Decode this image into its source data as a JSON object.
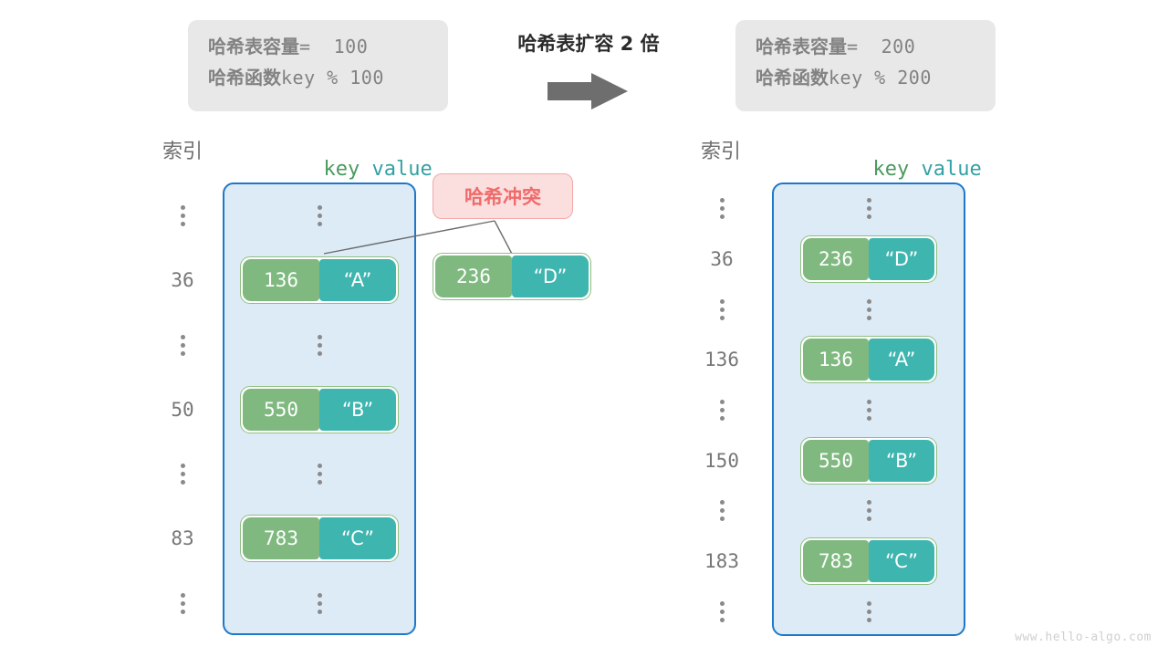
{
  "transition": {
    "title": "哈希表扩容 2 倍",
    "arrow_icon": "arrow-right-icon"
  },
  "before": {
    "capacity_label": "哈希表容量",
    "capacity_value": "=  100",
    "hash_label": "哈希函数",
    "hash_value": "key % 100",
    "header": {
      "index": "索引",
      "key": "key",
      "value": "value"
    },
    "rows": [
      {
        "index": "⋮",
        "type": "dots"
      },
      {
        "index": "36",
        "type": "entry",
        "key": "136",
        "value": "“A”"
      },
      {
        "index": "⋮",
        "type": "dots"
      },
      {
        "index": "50",
        "type": "entry",
        "key": "550",
        "value": "“B”"
      },
      {
        "index": "⋮",
        "type": "dots"
      },
      {
        "index": "83",
        "type": "entry",
        "key": "783",
        "value": "“C”"
      },
      {
        "index": "⋮",
        "type": "dots"
      }
    ]
  },
  "after": {
    "capacity_label": "哈希表容量",
    "capacity_value": "=  200",
    "hash_label": "哈希函数",
    "hash_value": "key % 200",
    "header": {
      "index": "索引",
      "key": "key",
      "value": "value"
    },
    "rows": [
      {
        "index": "⋮",
        "type": "dots"
      },
      {
        "index": "36",
        "type": "entry",
        "key": "236",
        "value": "“D”"
      },
      {
        "index": "⋮",
        "type": "dots"
      },
      {
        "index": "136",
        "type": "entry",
        "key": "136",
        "value": "“A”"
      },
      {
        "index": "⋮",
        "type": "dots"
      },
      {
        "index": "150",
        "type": "entry",
        "key": "550",
        "value": "“B”"
      },
      {
        "index": "⋮",
        "type": "dots"
      },
      {
        "index": "183",
        "type": "entry",
        "key": "783",
        "value": "“C”"
      },
      {
        "index": "⋮",
        "type": "dots"
      }
    ]
  },
  "collision": {
    "label": "哈希冲突",
    "pair": {
      "key": "236",
      "value": "“D”"
    }
  },
  "watermark": "www.hello-algo.com",
  "colors": {
    "key_cell": "#7fb980",
    "value_cell": "#3eb5ae",
    "pair_border": "#8fbf7f",
    "panel_fill": "#ddebf7",
    "panel_border": "#1e77c8",
    "collision_fill": "#fbdede",
    "collision_border": "#f3a8a8",
    "collision_text": "#ef6b6b",
    "info_box": "#e8e8e8",
    "info_text": "#828282",
    "index_text": "#777777",
    "key_head": "#4a9a5e",
    "value_head": "#34a0a4",
    "arrow": "#6e6e6e",
    "watermark": "#cfcfcf"
  }
}
